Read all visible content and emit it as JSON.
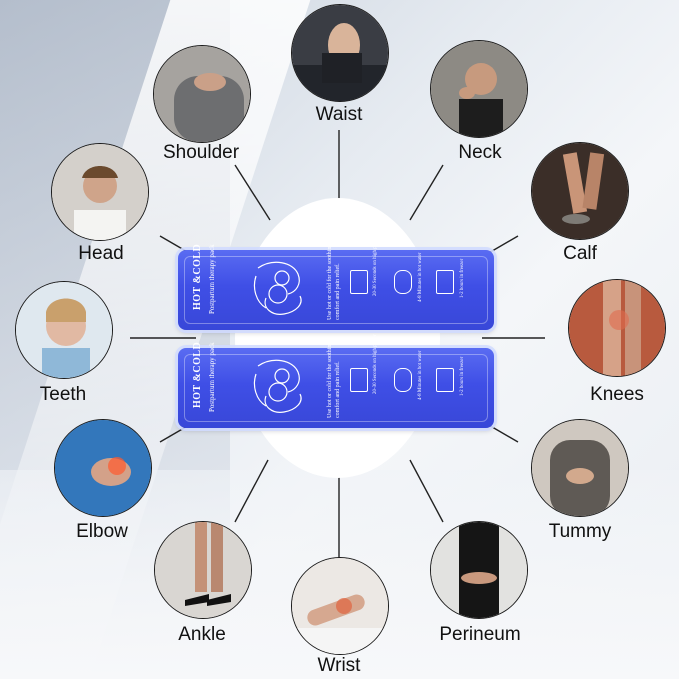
{
  "body_parts": [
    {
      "id": "waist",
      "label": "Waist"
    },
    {
      "id": "neck",
      "label": "Neck"
    },
    {
      "id": "calf",
      "label": "Calf"
    },
    {
      "id": "knees",
      "label": "Knees"
    },
    {
      "id": "tummy",
      "label": "Tummy"
    },
    {
      "id": "perineum",
      "label": "Perineum"
    },
    {
      "id": "wrist",
      "label": "Wrist"
    },
    {
      "id": "ankle",
      "label": "Ankle"
    },
    {
      "id": "elbow",
      "label": "Elbow"
    },
    {
      "id": "teeth",
      "label": "Teeth"
    },
    {
      "id": "head",
      "label": "Head"
    },
    {
      "id": "shoulder",
      "label": "Shoulder"
    }
  ],
  "product": {
    "brand": "HOT &COLD",
    "subtitle": "Postpartum therapy pack",
    "description_lines": [
      "Use hot or cold for the soothing",
      "comfort and pain relief."
    ],
    "icon_captions": [
      "20-30 Seconds on high power",
      "4-8 Minutes in hot water",
      "1-2 hours in freezer"
    ]
  },
  "colors": {
    "pack_blue": "#3f4fe6",
    "line": "#222222",
    "background": "#e9edf2"
  }
}
